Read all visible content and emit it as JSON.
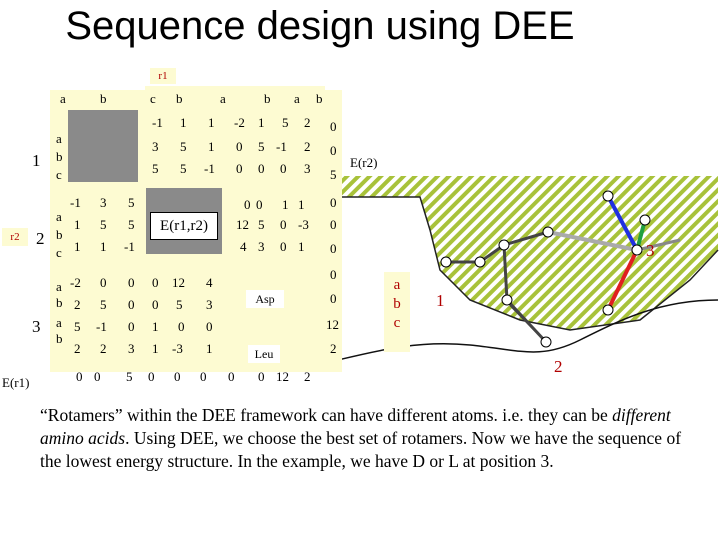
{
  "title": "Sequence design using DEE",
  "r1_label": "r1",
  "r2_label": "r2",
  "e_r2_label": "E(r2)",
  "e_r1_label": "E(r1)",
  "pair_label": "E(r1,r2)",
  "asp_label": "Asp",
  "leu_label": "Leu",
  "row_numbers": [
    "1",
    "2",
    "3"
  ],
  "top_letters": [
    "a",
    "b",
    "c",
    "b",
    "a",
    "b",
    "a",
    "b"
  ],
  "left_letters": [
    "a",
    "b",
    "c",
    "a",
    "b",
    "c",
    "a",
    "b",
    "a",
    "b"
  ],
  "block_1_2": [
    [
      "-1",
      "1",
      "1"
    ],
    [
      "3",
      "5",
      "1"
    ],
    [
      "5",
      "5",
      "-1"
    ]
  ],
  "block_1_3": [
    [
      "-2",
      "1",
      "5",
      "2"
    ],
    [
      "0",
      "5",
      "-1",
      "2"
    ],
    [
      "0",
      "0",
      "0",
      "3"
    ]
  ],
  "block_2_1": [
    [
      "-1",
      "3",
      "5"
    ],
    [
      "1",
      "5",
      "5"
    ],
    [
      "1",
      "1",
      "-1"
    ]
  ],
  "block_2_3": [
    [
      "0",
      "0",
      "1",
      "1"
    ],
    [
      "12",
      "5",
      "0",
      "-3"
    ],
    [
      "4",
      "3",
      "0",
      "1"
    ]
  ],
  "block_3_1": [
    [
      "-2",
      "0",
      "0"
    ],
    [
      "2",
      "5",
      "0"
    ],
    [
      "5",
      "-1",
      "0"
    ],
    [
      "2",
      "2",
      "3"
    ]
  ],
  "block_3_2": [
    [
      "0",
      "12",
      "4"
    ],
    [
      "0",
      "5",
      "3"
    ],
    [
      "1",
      "0",
      "0"
    ],
    [
      "1",
      "-3",
      "1"
    ]
  ],
  "e_r2_values": [
    "0",
    "0",
    "5",
    "0",
    "0",
    "0",
    "0",
    "0",
    "12",
    "2"
  ],
  "e_r1_values": [
    "0",
    "0",
    "5",
    "0",
    "0",
    "0",
    "0",
    "0",
    "12",
    "2"
  ],
  "abc_letters": [
    "a",
    "b",
    "c"
  ],
  "residue_labels": [
    "1",
    "2",
    "3"
  ],
  "caption_parts": {
    "p1": "“Rotamers” within the DEE framework can have different atoms. i.e. they can be ",
    "p2": "different amino acids",
    "p3": ". Using DEE, we choose the best set of rotamers. Now we have the sequence of the lowest energy structure. In the example, we have D or L at position 3."
  },
  "colors": {
    "matrix_bg": "#fdfbd2",
    "gray_block": "#8a8a8a",
    "hatch": "#a8c23a",
    "red_label": "#b00000",
    "rotamer_red": "#e02020",
    "rotamer_blue": "#2030e0",
    "rotamer_green": "#20a040"
  }
}
